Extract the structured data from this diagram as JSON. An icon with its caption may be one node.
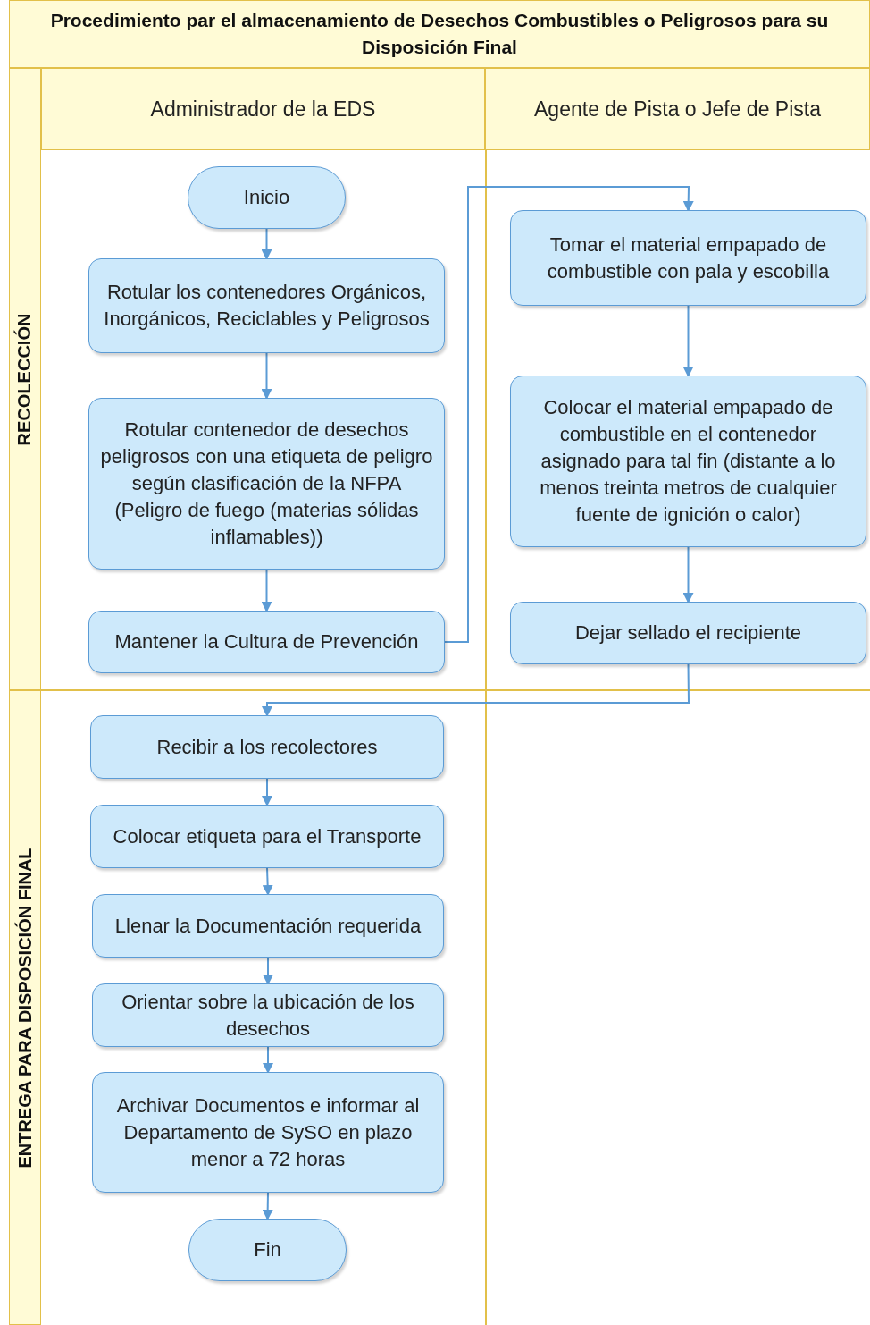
{
  "diagram": {
    "title": "Procedimiento par el almacenamiento de Desechos Combustibles o Peligrosos para su Disposición Final",
    "nodes": [
      {
        "text": [
          "Administrador de la EDS"
        ]
      },
      {
        "text": [
          "Agente de Pista o Jefe de Pista"
        ]
      },
      {
        "text": [
          "RECOLECCIÓN"
        ]
      },
      {
        "text": [
          "ENTREGA PARA DISPOSICIÓN FINAL"
        ]
      },
      {
        "text": [
          "Inicio"
        ]
      },
      {
        "text": [
          "Rotular los contenedores Orgánicos, Inorgánicos, Reciclables y Peligrosos"
        ]
      },
      {
        "text": [
          "Rotular contenedor de desechos peligrosos con una etiqueta de peligro según clasificación de la NFPA (Peligro de fuego (materias sólidas inflamables))"
        ]
      },
      {
        "text": [
          "Mantener la Cultura de Prevención"
        ]
      },
      {
        "text": [
          "Tomar el material empapado de combustible con pala y escobilla"
        ]
      },
      {
        "text": [
          "Colocar el material empapado de combustible en el contenedor asignado para tal fin (distante a lo menos treinta metros de cualquier fuente de ignición o calor)"
        ]
      },
      {
        "text": [
          "Dejar sellado el recipiente"
        ]
      },
      {
        "text": [
          "Recibir a los recolectores"
        ]
      },
      {
        "text": [
          "Colocar etiqueta para el Transporte"
        ]
      },
      {
        "text": [
          "Llenar la Documentación requerida"
        ]
      },
      {
        "text": [
          "Orientar sobre la ubicación de los desechos"
        ]
      },
      {
        "text": [
          "Archivar Documentos e informar al Departamento de SySO en plazo menor a 72 horas"
        ]
      },
      {
        "text": [
          "Fin"
        ]
      }
    ],
    "edges": [
      {
        "from": 4,
        "to": 5,
        "arrow": "to"
      },
      {
        "from": 5,
        "to": 6,
        "arrow": "to"
      },
      {
        "from": 6,
        "to": 7,
        "arrow": "to"
      },
      {
        "from": 7,
        "to": 8,
        "arrow": "to"
      },
      {
        "from": 8,
        "to": 9,
        "arrow": "to"
      },
      {
        "from": 9,
        "to": 10,
        "arrow": "to"
      },
      {
        "from": 10,
        "to": 11,
        "arrow": "to"
      },
      {
        "from": 11,
        "to": 12,
        "arrow": "to"
      },
      {
        "from": 12,
        "to": 13,
        "arrow": "to"
      },
      {
        "from": 13,
        "to": 14,
        "arrow": "to"
      },
      {
        "from": 14,
        "to": 15,
        "arrow": "to"
      },
      {
        "from": 15,
        "to": 16,
        "arrow": "to"
      }
    ]
  }
}
